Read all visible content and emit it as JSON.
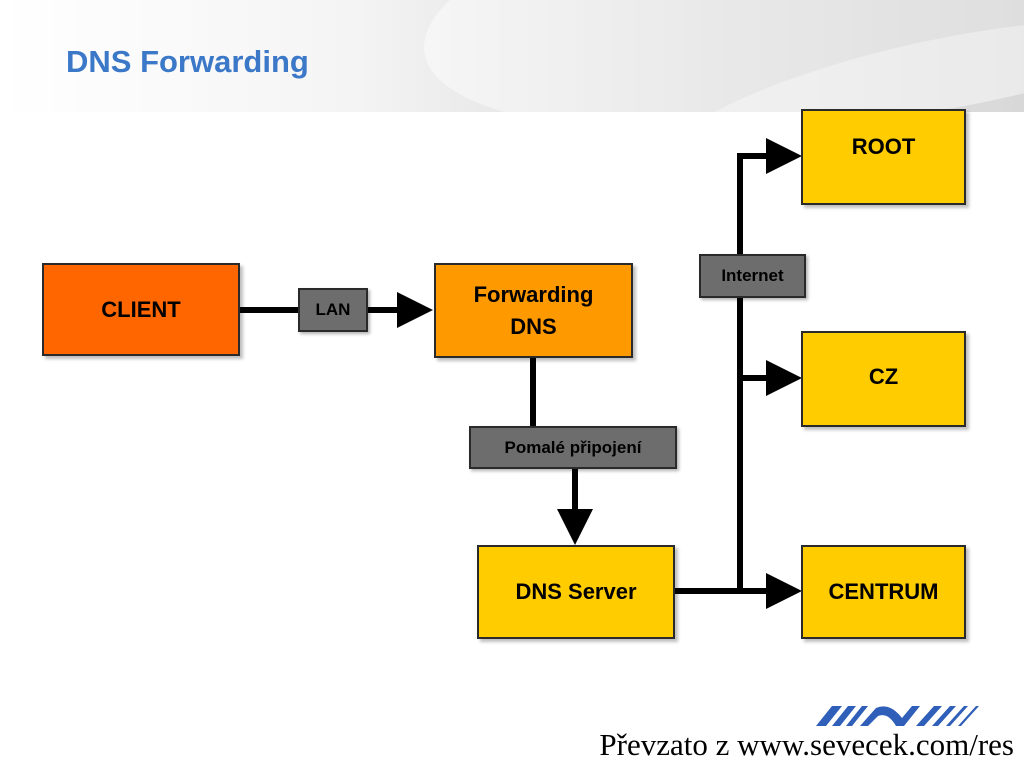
{
  "slide": {
    "title": "DNS Forwarding"
  },
  "nodes": {
    "client": "CLIENT",
    "forwarding_dns": "Forwarding\nDNS",
    "dns_server": "DNS Server",
    "root": "ROOT",
    "cz": "CZ",
    "centrum": "CENTRUM"
  },
  "connections": {
    "lan": "LAN",
    "internet": "Internet",
    "slow": "Pomalé připojení"
  },
  "footer": {
    "credit": "Převzato z www.sevecek.com/res",
    "logo_icon": "wave-logo-icon"
  },
  "colors": {
    "title": "#3b78c8",
    "client": "#ff6600",
    "forwarding_dns": "#ff9900",
    "servers": "#ffcc00",
    "connection_label": "#6d6d6d",
    "logo": "#2f5fb8"
  }
}
